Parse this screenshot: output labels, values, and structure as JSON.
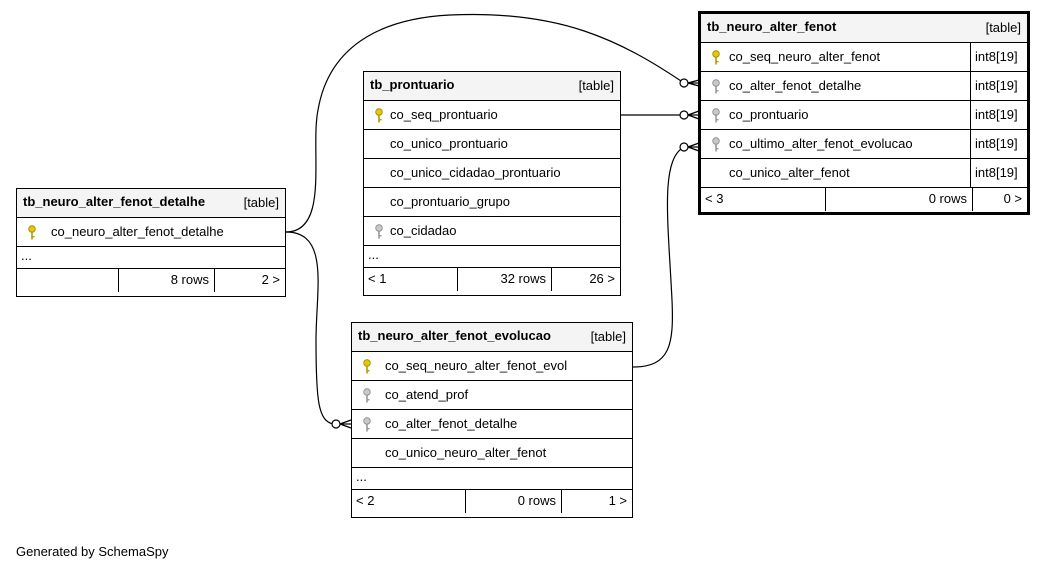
{
  "tables": {
    "fenot": {
      "name": "tb_neuro_alter_fenot",
      "tag": "[table]",
      "cols": [
        {
          "name": "co_seq_neuro_alter_fenot",
          "type": "int8[19]",
          "key": "pk"
        },
        {
          "name": "co_alter_fenot_detalhe",
          "type": "int8[19]",
          "key": "fk"
        },
        {
          "name": "co_prontuario",
          "type": "int8[19]",
          "key": "fk"
        },
        {
          "name": "co_ultimo_alter_fenot_evolucao",
          "type": "int8[19]",
          "key": "fk"
        },
        {
          "name": "co_unico_alter_fenot",
          "type": "int8[19]",
          "key": "none"
        }
      ],
      "footer": {
        "parents": "< 3",
        "rows": "0 rows",
        "children": "0 >"
      }
    },
    "prontuario": {
      "name": "tb_prontuario",
      "tag": "[table]",
      "cols": [
        {
          "name": "co_seq_prontuario",
          "key": "pk"
        },
        {
          "name": "co_unico_prontuario",
          "key": "none"
        },
        {
          "name": "co_unico_cidadao_prontuario",
          "key": "none"
        },
        {
          "name": "co_prontuario_grupo",
          "key": "none"
        },
        {
          "name": "co_cidadao",
          "key": "fk"
        }
      ],
      "ellipsis": "...",
      "footer": {
        "parents": "< 1",
        "rows": "32 rows",
        "children": "26 >"
      }
    },
    "detalhe": {
      "name": "tb_neuro_alter_fenot_detalhe",
      "tag": "[table]",
      "cols": [
        {
          "name": "co_neuro_alter_fenot_detalhe",
          "key": "pk"
        }
      ],
      "ellipsis": "...",
      "footer": {
        "parents": "",
        "rows": "8 rows",
        "children": "2 >"
      }
    },
    "evolucao": {
      "name": "tb_neuro_alter_fenot_evolucao",
      "tag": "[table]",
      "cols": [
        {
          "name": "co_seq_neuro_alter_fenot_evol",
          "key": "pk"
        },
        {
          "name": "co_atend_prof",
          "key": "fk"
        },
        {
          "name": "co_alter_fenot_detalhe",
          "key": "fk"
        },
        {
          "name": "co_unico_neuro_alter_fenot",
          "key": "none"
        }
      ],
      "ellipsis": "...",
      "footer": {
        "parents": "< 2",
        "rows": "0 rows",
        "children": "1 >"
      }
    }
  },
  "colors": {
    "pk_key": "#e6c800",
    "fk_key": "#a8a8a8",
    "header_bg": "#f4f4f4",
    "line": "#000000"
  },
  "footer_text": "Generated by SchemaSpy"
}
